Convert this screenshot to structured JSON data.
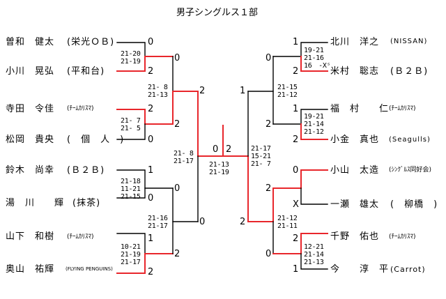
{
  "title": "男子シングルス１部",
  "colors": {
    "winner_line": "#e8262b",
    "line": "#000000"
  },
  "left_players": [
    {
      "name": "曽和　健太",
      "team": "(栄光ＯＢ)"
    },
    {
      "name": "小川　晃弘",
      "team": "(平和台)"
    },
    {
      "name": "寺田　令佳",
      "team": "(ﾁｰﾑｶﾘｽﾏ)"
    },
    {
      "name": "松岡　貴央",
      "team": "(　個　人　)"
    },
    {
      "name": "鈴木　尚幸",
      "team": "(Ｂ２Ｂ)"
    },
    {
      "name": "湯　川　　輝",
      "team": "(抹茶)"
    },
    {
      "name": "山下　和樹",
      "team": "(ﾁｰﾑｶﾘｽﾏ)"
    },
    {
      "name": "奥山　祐輝",
      "team": "(FLYING PENGUINS)"
    }
  ],
  "right_players": [
    {
      "name": "北川　洋之",
      "team": "(NISSAN)"
    },
    {
      "name": "米村　聡志",
      "team": "(Ｂ２Ｂ)"
    },
    {
      "name": "福　村　　仁",
      "team": "(ﾁｰﾑｶﾘｽﾏ)"
    },
    {
      "name": "小金　真也",
      "team": "(Seagulls)"
    },
    {
      "name": "小山　太造",
      "team": "(ｼﾝｸﾞﾙｽ同好会)"
    },
    {
      "name": "一瀬　雄太",
      "team": "(　柳橋　)"
    },
    {
      "name": "千野　佑也",
      "team": "(ﾁｰﾑｶﾘｽﾏ)"
    },
    {
      "name": "今　　淳　平",
      "team": "(Carrot)"
    }
  ],
  "scores": {
    "l1_m1": [
      "0",
      "2",
      "21-20\n21-19"
    ],
    "l1_m2": [
      "2",
      "0",
      "21- 7\n21- 5"
    ],
    "l1_m3": [
      "1",
      "0",
      "21-18\n11-21\n21-15"
    ],
    "l1_m4": [
      "1",
      "2",
      "10-21\n21-19\n21-17"
    ],
    "l2_m1": [
      "0",
      "2",
      "21- 8\n21-13"
    ],
    "l2_m2": [
      "0",
      "2",
      "21-16\n21-17"
    ],
    "l3_left": [
      "2",
      "0",
      "21- 8\n21-17"
    ],
    "final_left": "0",
    "final_right": "2",
    "final_score": "21-13\n21-19",
    "r1_m1": [
      "1",
      "2",
      "19-21\n21-16\n16　-Xˢ"
    ],
    "r1_m2": [
      "1",
      "2",
      "19-21\n21-14\n21-12"
    ],
    "r1_m3": [
      "0",
      "X",
      ""
    ],
    "r1_m4": [
      "2",
      "1",
      "12-21\n21-14\n21-13"
    ],
    "r2_m1": [
      "0",
      "2",
      "21-15\n21-12"
    ],
    "r2_m2": [
      "2",
      "0",
      "21-12\n21-11"
    ],
    "r3_right": [
      "1",
      "2",
      "21-17\n15-21\n21- 7"
    ]
  }
}
